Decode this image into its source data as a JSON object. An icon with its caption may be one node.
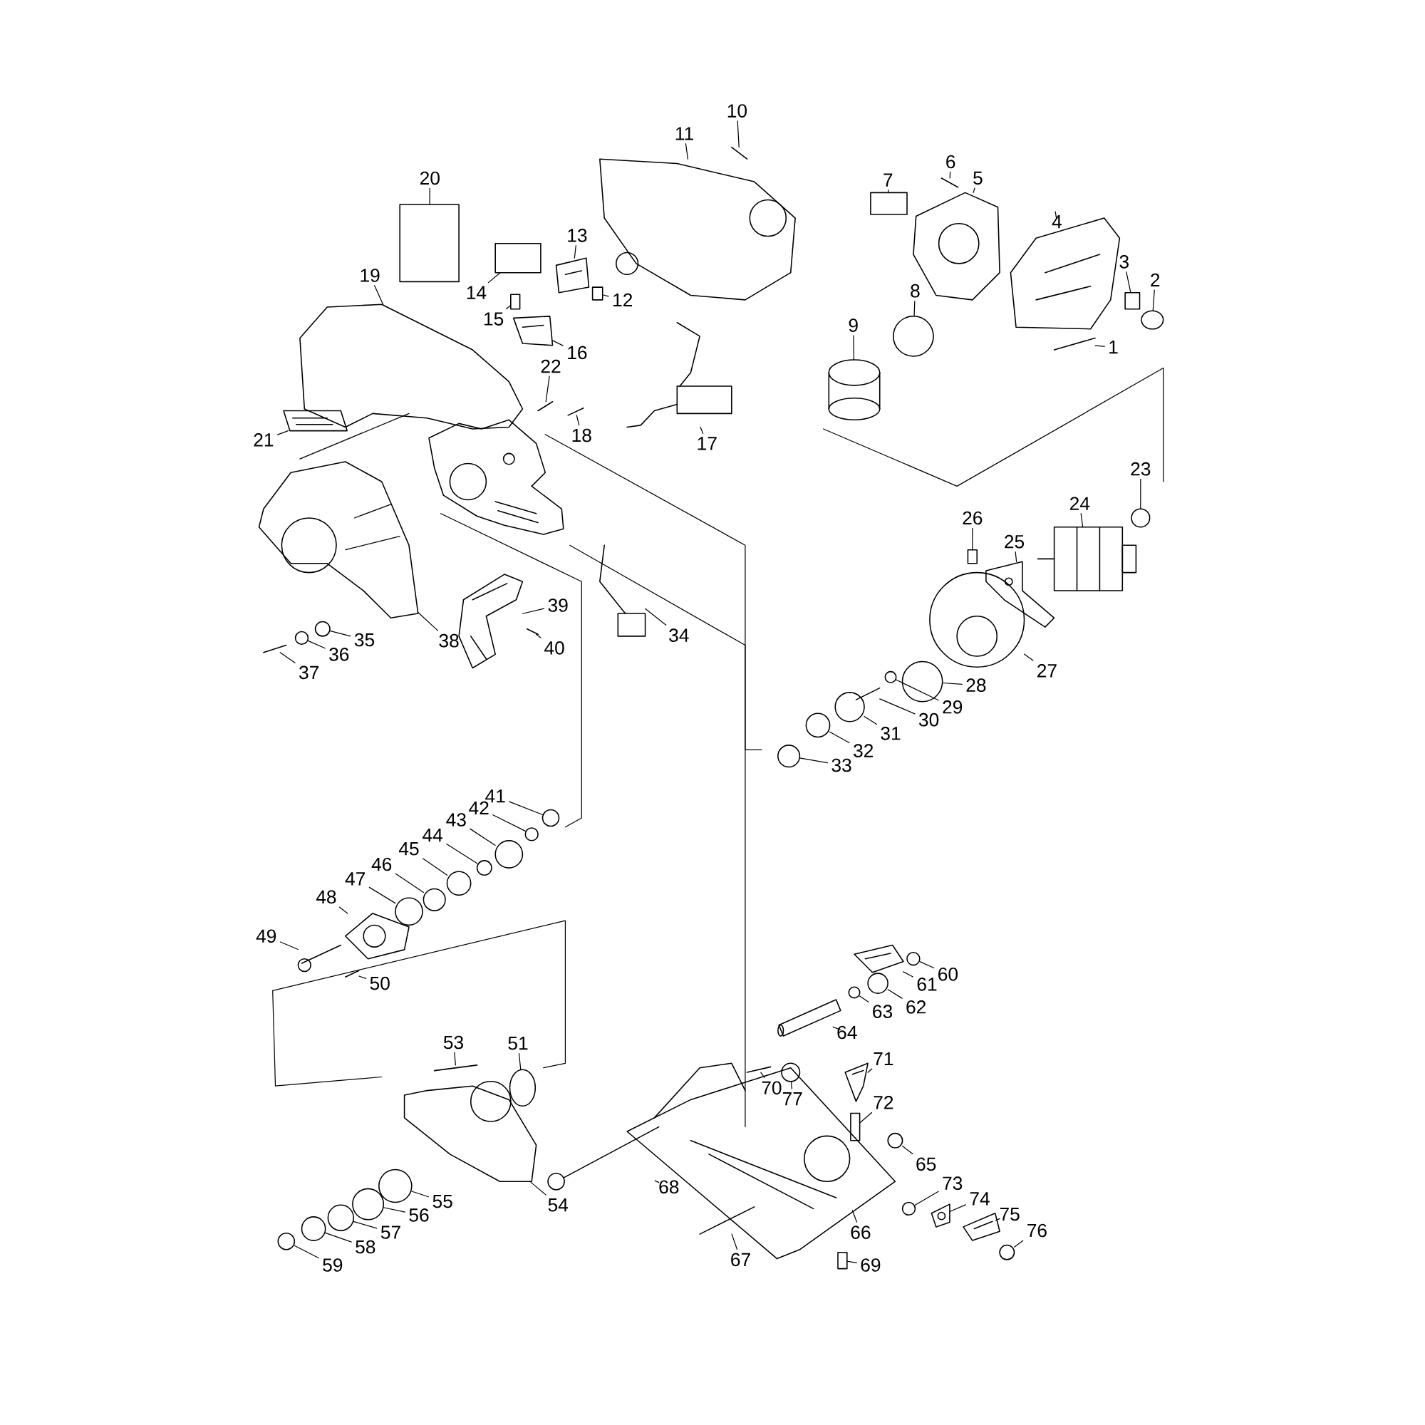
{
  "diagram": {
    "nodes": [
      {
        "text": [
          "1"
        ]
      },
      {
        "text": [
          "2"
        ]
      },
      {
        "text": [
          "3"
        ]
      },
      {
        "text": [
          "4"
        ]
      },
      {
        "text": [
          "5"
        ]
      },
      {
        "text": [
          "6"
        ]
      },
      {
        "text": [
          "7"
        ]
      },
      {
        "text": [
          "8"
        ]
      },
      {
        "text": [
          "9"
        ]
      },
      {
        "text": [
          "10"
        ]
      },
      {
        "text": [
          "11"
        ]
      },
      {
        "text": [
          "12"
        ]
      },
      {
        "text": [
          "13"
        ]
      },
      {
        "text": [
          "14"
        ]
      },
      {
        "text": [
          "15"
        ]
      },
      {
        "text": [
          "16"
        ]
      },
      {
        "text": [
          "17"
        ]
      },
      {
        "text": [
          "18"
        ]
      },
      {
        "text": [
          "19"
        ]
      },
      {
        "text": [
          "20"
        ]
      },
      {
        "text": [
          "21"
        ]
      },
      {
        "text": [
          "22"
        ]
      },
      {
        "text": [
          "23"
        ]
      },
      {
        "text": [
          "24"
        ]
      },
      {
        "text": [
          "25"
        ]
      },
      {
        "text": [
          "26"
        ]
      },
      {
        "text": [
          "27"
        ]
      },
      {
        "text": [
          "28"
        ]
      },
      {
        "text": [
          "29"
        ]
      },
      {
        "text": [
          "30"
        ]
      },
      {
        "text": [
          "31"
        ]
      },
      {
        "text": [
          "32"
        ]
      },
      {
        "text": [
          "33"
        ]
      },
      {
        "text": [
          "34"
        ]
      },
      {
        "text": [
          "35"
        ]
      },
      {
        "text": [
          "36"
        ]
      },
      {
        "text": [
          "37"
        ]
      },
      {
        "text": [
          "38"
        ]
      },
      {
        "text": [
          "39"
        ]
      },
      {
        "text": [
          "40"
        ]
      },
      {
        "text": [
          "41"
        ]
      },
      {
        "text": [
          "42"
        ]
      },
      {
        "text": [
          "43"
        ]
      },
      {
        "text": [
          "44"
        ]
      },
      {
        "text": [
          "45"
        ]
      },
      {
        "text": [
          "46"
        ]
      },
      {
        "text": [
          "47"
        ]
      },
      {
        "text": [
          "48"
        ]
      },
      {
        "text": [
          "49"
        ]
      },
      {
        "text": [
          "50"
        ]
      },
      {
        "text": [
          "51"
        ]
      },
      {
        "text": [
          "53"
        ]
      },
      {
        "text": [
          "54"
        ]
      },
      {
        "text": [
          "55"
        ]
      },
      {
        "text": [
          "56"
        ]
      },
      {
        "text": [
          "57"
        ]
      },
      {
        "text": [
          "58"
        ]
      },
      {
        "text": [
          "59"
        ]
      },
      {
        "text": [
          "60"
        ]
      },
      {
        "text": [
          "61"
        ]
      },
      {
        "text": [
          "62"
        ]
      },
      {
        "text": [
          "63"
        ]
      },
      {
        "text": [
          "64"
        ]
      },
      {
        "text": [
          "65"
        ]
      },
      {
        "text": [
          "66"
        ]
      },
      {
        "text": [
          "67"
        ]
      },
      {
        "text": [
          "68"
        ]
      },
      {
        "text": [
          "69"
        ]
      },
      {
        "text": [
          "70"
        ]
      },
      {
        "text": [
          "71"
        ]
      },
      {
        "text": [
          "72"
        ]
      },
      {
        "text": [
          "73"
        ]
      },
      {
        "text": [
          "74"
        ]
      },
      {
        "text": [
          "75"
        ]
      },
      {
        "text": [
          "76"
        ]
      },
      {
        "text": [
          "77"
        ]
      },
      {
        "text": [],
        "shape": "picture"
      },
      {
        "text": [],
        "shape": "circle"
      },
      {
        "text": [],
        "shape": "box"
      },
      {
        "text": [],
        "shape": "picture"
      },
      {
        "text": [],
        "shape": "picture"
      },
      {
        "text": [],
        "shape": "picture"
      },
      {
        "text": [],
        "shape": "box"
      },
      {
        "text": [],
        "shape": "circle"
      },
      {
        "text": [],
        "shape": "picture"
      },
      {
        "text": [],
        "shape": "picture"
      },
      {
        "text": [],
        "shape": "picture"
      },
      {
        "text": [],
        "shape": "box"
      },
      {
        "text": [],
        "shape": "picture"
      },
      {
        "text": [],
        "shape": "box"
      },
      {
        "text": [],
        "shape": "box"
      },
      {
        "text": [],
        "shape": "picture"
      },
      {
        "text": [],
        "shape": "picture"
      },
      {
        "text": [],
        "shape": "picture"
      },
      {
        "text": [],
        "shape": "picture"
      },
      {
        "text": [],
        "shape": "box"
      },
      {
        "text": [],
        "shape": "picture"
      },
      {
        "text": [],
        "shape": "picture"
      },
      {
        "text": [],
        "shape": "circle"
      },
      {
        "text": [],
        "shape": "picture"
      },
      {
        "text": [],
        "shape": "picture"
      },
      {
        "text": [],
        "shape": "box"
      },
      {
        "text": [],
        "shape": "picture"
      },
      {
        "text": [],
        "shape": "circle"
      },
      {
        "text": [],
        "shape": "circle"
      },
      {
        "text": [],
        "shape": "picture"
      },
      {
        "text": [],
        "shape": "circle"
      },
      {
        "text": [],
        "shape": "circle"
      },
      {
        "text": [],
        "shape": "circle"
      },
      {
        "text": [],
        "shape": "picture"
      },
      {
        "text": [],
        "shape": "circle"
      },
      {
        "text": [],
        "shape": "circle"
      },
      {
        "text": [],
        "shape": "picture"
      },
      {
        "text": [],
        "shape": "picture"
      },
      {
        "text": [],
        "shape": "picture"
      },
      {
        "text": [],
        "shape": "picture"
      },
      {
        "text": [],
        "shape": "circle"
      },
      {
        "text": [],
        "shape": "circle"
      },
      {
        "text": [],
        "shape": "circle"
      },
      {
        "text": [],
        "shape": "circle"
      },
      {
        "text": [],
        "shape": "circle"
      },
      {
        "text": [],
        "shape": "circle"
      },
      {
        "text": [],
        "shape": "circle"
      },
      {
        "text": [],
        "shape": "picture"
      },
      {
        "text": [],
        "shape": "picture"
      },
      {
        "text": [],
        "shape": "picture"
      },
      {
        "text": [],
        "shape": "circle"
      },
      {
        "text": [],
        "shape": "picture"
      },
      {
        "text": [],
        "shape": "picture"
      },
      {
        "text": [],
        "shape": "circle"
      },
      {
        "text": [],
        "shape": "circle"
      },
      {
        "text": [],
        "shape": "circle"
      },
      {
        "text": [],
        "shape": "circle"
      },
      {
        "text": [],
        "shape": "circle"
      },
      {
        "text": [],
        "shape": "circle"
      },
      {
        "text": [],
        "shape": "picture"
      },
      {
        "text": [],
        "shape": "circle"
      },
      {
        "text": [],
        "shape": "circle"
      },
      {
        "text": [],
        "shape": "picture"
      },
      {
        "text": [],
        "shape": "circle"
      },
      {
        "text": [],
        "shape": "picture"
      },
      {
        "text": [],
        "shape": "picture"
      },
      {
        "text": [],
        "shape": "box"
      },
      {
        "text": [],
        "shape": "picture"
      },
      {
        "text": [],
        "shape": "picture"
      },
      {
        "text": [],
        "shape": "box"
      },
      {
        "text": [],
        "shape": "circle"
      },
      {
        "text": [],
        "shape": "picture"
      },
      {
        "text": [],
        "shape": "picture"
      },
      {
        "text": [],
        "shape": "circle"
      },
      {
        "text": [],
        "shape": "circle"
      }
    ],
    "edges": [
      {
        "from": 0,
        "to": 76,
        "arrow": "none"
      },
      {
        "from": 1,
        "to": 77,
        "arrow": "none"
      },
      {
        "from": 2,
        "to": 78,
        "arrow": "none"
      },
      {
        "from": 3,
        "to": 79,
        "arrow": "none"
      },
      {
        "from": 4,
        "to": 80,
        "arrow": "none"
      },
      {
        "from": 5,
        "to": 81,
        "arrow": "none"
      },
      {
        "from": 6,
        "to": 82,
        "arrow": "none"
      },
      {
        "from": 7,
        "to": 83,
        "arrow": "none"
      },
      {
        "from": 8,
        "to": 84,
        "arrow": "none"
      },
      {
        "from": 9,
        "to": 85,
        "arrow": "none"
      },
      {
        "from": 10,
        "to": 86,
        "arrow": "none"
      },
      {
        "from": 11,
        "to": 87,
        "arrow": "none"
      },
      {
        "from": 12,
        "to": 88,
        "arrow": "none"
      },
      {
        "from": 13,
        "to": 89,
        "arrow": "none"
      },
      {
        "from": 14,
        "to": 90,
        "arrow": "none"
      },
      {
        "from": 15,
        "to": 91,
        "arrow": "none"
      },
      {
        "from": 16,
        "to": 92,
        "arrow": "none"
      },
      {
        "from": 17,
        "to": 93,
        "arrow": "none"
      },
      {
        "from": 18,
        "to": 94,
        "arrow": "none"
      },
      {
        "from": 19,
        "to": 95,
        "arrow": "none"
      },
      {
        "from": 20,
        "to": 96,
        "arrow": "none"
      },
      {
        "from": 21,
        "to": 97,
        "arrow": "none"
      },
      {
        "from": 22,
        "to": 98,
        "arrow": "none"
      },
      {
        "from": 23,
        "to": 99,
        "arrow": "none"
      },
      {
        "from": 24,
        "to": 100,
        "arrow": "none"
      },
      {
        "from": 25,
        "to": 101,
        "arrow": "none"
      },
      {
        "from": 26,
        "to": 102,
        "arrow": "none"
      },
      {
        "from": 27,
        "to": 103,
        "arrow": "none"
      },
      {
        "from": 28,
        "to": 104,
        "arrow": "none"
      },
      {
        "from": 29,
        "to": 105,
        "arrow": "none"
      },
      {
        "from": 30,
        "to": 106,
        "arrow": "none"
      },
      {
        "from": 31,
        "to": 107,
        "arrow": "none"
      },
      {
        "from": 32,
        "to": 108,
        "arrow": "none"
      },
      {
        "from": 33,
        "to": 109,
        "arrow": "none"
      },
      {
        "from": 34,
        "to": 110,
        "arrow": "none"
      },
      {
        "from": 35,
        "to": 111,
        "arrow": "none"
      },
      {
        "from": 36,
        "to": 112,
        "arrow": "none"
      },
      {
        "from": 37,
        "to": 113,
        "arrow": "none"
      },
      {
        "from": 38,
        "to": 114,
        "arrow": "none"
      },
      {
        "from": 39,
        "to": 115,
        "arrow": "none"
      },
      {
        "from": 40,
        "to": 116,
        "arrow": "none"
      },
      {
        "from": 41,
        "to": 117,
        "arrow": "none"
      },
      {
        "from": 42,
        "to": 118,
        "arrow": "none"
      },
      {
        "from": 43,
        "to": 119,
        "arrow": "none"
      },
      {
        "from": 44,
        "to": 120,
        "arrow": "none"
      },
      {
        "from": 45,
        "to": 121,
        "arrow": "none"
      },
      {
        "from": 46,
        "to": 122,
        "arrow": "none"
      },
      {
        "from": 47,
        "to": 123,
        "arrow": "none"
      },
      {
        "from": 48,
        "to": 124,
        "arrow": "none"
      },
      {
        "from": 49,
        "to": 125,
        "arrow": "none"
      },
      {
        "from": 50,
        "to": 126,
        "arrow": "none"
      },
      {
        "from": 51,
        "to": 127,
        "arrow": "none"
      },
      {
        "from": 52,
        "to": 128,
        "arrow": "none"
      },
      {
        "from": 53,
        "to": 129,
        "arrow": "none"
      },
      {
        "from": 54,
        "to": 130,
        "arrow": "none"
      },
      {
        "from": 55,
        "to": 131,
        "arrow": "none"
      },
      {
        "from": 56,
        "to": 132,
        "arrow": "none"
      },
      {
        "from": 57,
        "to": 133,
        "arrow": "none"
      },
      {
        "from": 58,
        "to": 134,
        "arrow": "none"
      },
      {
        "from": 59,
        "to": 135,
        "arrow": "none"
      },
      {
        "from": 60,
        "to": 136,
        "arrow": "none"
      },
      {
        "from": 61,
        "to": 137,
        "arrow": "none"
      },
      {
        "from": 62,
        "to": 138,
        "arrow": "none"
      },
      {
        "from": 63,
        "to": 139,
        "arrow": "none"
      },
      {
        "from": 64,
        "to": null,
        "arrow": "none"
      },
      {
        "from": 65,
        "to": 140,
        "arrow": "none"
      },
      {
        "from": 66,
        "to": 141,
        "arrow": "none"
      },
      {
        "from": 67,
        "to": 142,
        "arrow": "none"
      },
      {
        "from": 68,
        "to": 143,
        "arrow": "none"
      },
      {
        "from": 69,
        "to": 144,
        "arrow": "none"
      },
      {
        "from": 70,
        "to": 145,
        "arrow": "none"
      },
      {
        "from": 71,
        "to": 146,
        "arrow": "none"
      },
      {
        "from": 72,
        "to": 147,
        "arrow": "none"
      },
      {
        "from": 73,
        "to": 148,
        "arrow": "none"
      },
      {
        "from": 74,
        "to": 149,
        "arrow": "none"
      },
      {
        "from": 75,
        "to": 150,
        "arrow": "none"
      }
    ]
  }
}
